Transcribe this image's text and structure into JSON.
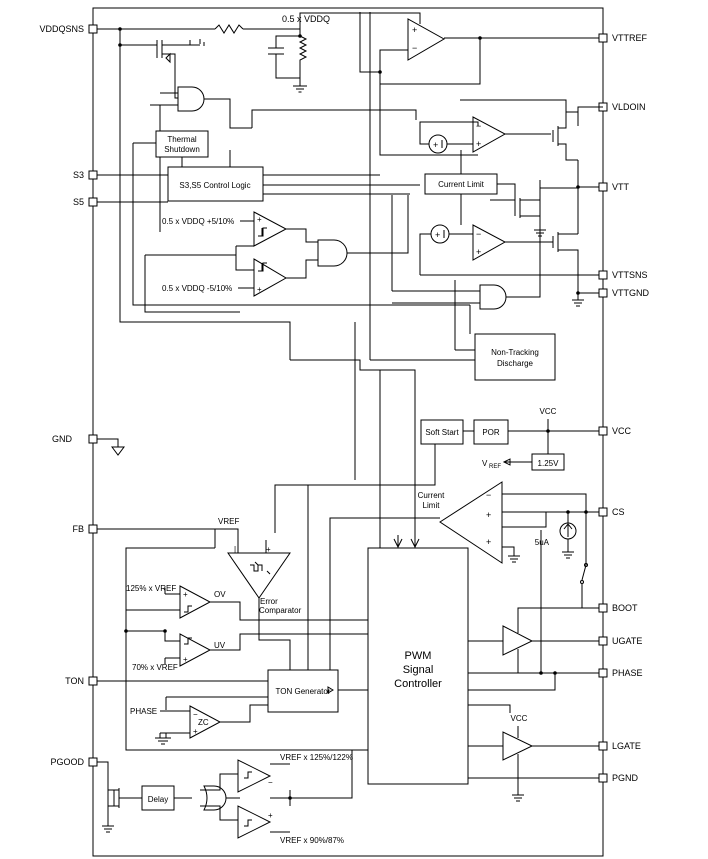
{
  "pins_left": {
    "vddqsns": "VDDQSNS",
    "s3": "S3",
    "s5": "S5",
    "gnd": "GND",
    "fb": "FB",
    "ton": "TON",
    "pgood": "PGOOD"
  },
  "pins_right": {
    "vttref": "VTTREF",
    "vldoin": "VLDOIN",
    "vtt": "VTT",
    "vttsns": "VTTSNS",
    "vttgnd": "VTTGND",
    "vcc": "VCC",
    "cs": "CS",
    "boot": "BOOT",
    "ugate": "UGATE",
    "phase": "PHASE",
    "lgate": "LGATE",
    "pgnd": "PGND"
  },
  "blocks": {
    "thermal_l1": "Thermal",
    "thermal_l2": "Shutdown",
    "control_logic": "S3,S5 Control Logic",
    "current_limit_top": "Current Limit",
    "ntd_l1": "Non-Tracking",
    "ntd_l2": "Discharge",
    "soft_start": "Soft Start",
    "por": "POR",
    "ref_125": "1.25V",
    "pwm_l1": "PWM",
    "pwm_l2": "Signal",
    "pwm_l3": "Controller",
    "ton_gen": "TON Generator",
    "delay": "Delay",
    "zc": "ZC",
    "ov": "OV",
    "uv": "UV"
  },
  "labels": {
    "half_vddq": "0.5 x VDDQ",
    "win_hi": "0.5 x VDDQ +5/10%",
    "win_lo": "0.5 x VDDQ -5/10%",
    "vcc_a": "VCC",
    "vcc_b": "VCC",
    "vref_main": "V",
    "vref_sub": "REF",
    "cl_l1": "Current",
    "cl_l2": "Limit",
    "src_5ua": "5uA",
    "vref_fb": "VREF",
    "err_l1": "Error",
    "err_l2": "Comparator",
    "ov_thr": "125% x VREF",
    "uv_thr": "70% x VREF",
    "phase_in": "PHASE",
    "pg_hi": "VREF x 125%/122%",
    "pg_lo": "VREF x 90%/87%"
  }
}
